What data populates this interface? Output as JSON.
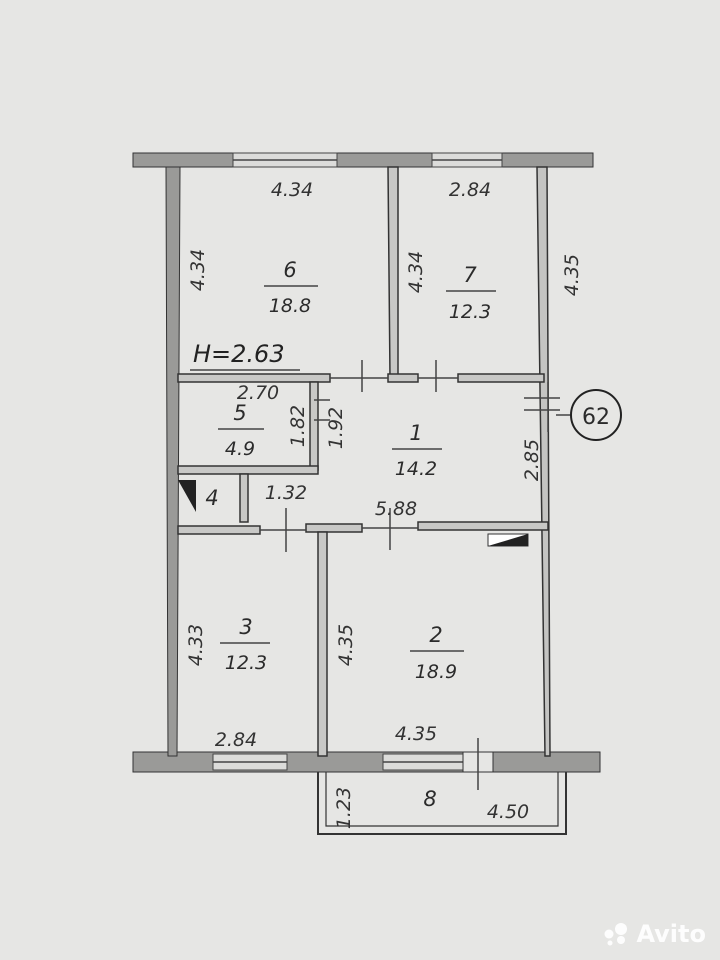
{
  "plan": {
    "ceiling_height": "H=2.63",
    "building_marker": "62",
    "rooms": [
      {
        "id": "room-1",
        "number": "1",
        "area": "14.2"
      },
      {
        "id": "room-2",
        "number": "2",
        "area": "18.9"
      },
      {
        "id": "room-3",
        "number": "3",
        "area": "12.3"
      },
      {
        "id": "room-4",
        "number": "4",
        "area": ""
      },
      {
        "id": "room-5",
        "number": "5",
        "area": "4.9"
      },
      {
        "id": "room-6",
        "number": "6",
        "area": "18.8"
      },
      {
        "id": "room-7",
        "number": "7",
        "area": "12.3"
      },
      {
        "id": "room-8",
        "number": "8",
        "area": ""
      }
    ],
    "dimensions": {
      "room6_top": "4.34",
      "room6_left": "4.34",
      "room7_top": "2.84",
      "room7_left": "4.34",
      "right_top": "4.35",
      "room5_top": "2.70",
      "room5_side_a": "1.82",
      "room5_side_b": "1.92",
      "room1_right": "2.85",
      "room4_width": "1.32",
      "corridor_bottom": "5.88",
      "room3_left": "4.33",
      "room3_bottom": "2.84",
      "room2_left": "4.35",
      "room2_bottom": "4.35",
      "balcony_side": "1.23",
      "balcony_width": "4.50"
    }
  },
  "watermark": {
    "text": "Avito",
    "color": "#ffffff"
  },
  "colors": {
    "background": "#e6e6e4",
    "lines": "#3a3a3a",
    "window_fill": "#9a9a98"
  }
}
